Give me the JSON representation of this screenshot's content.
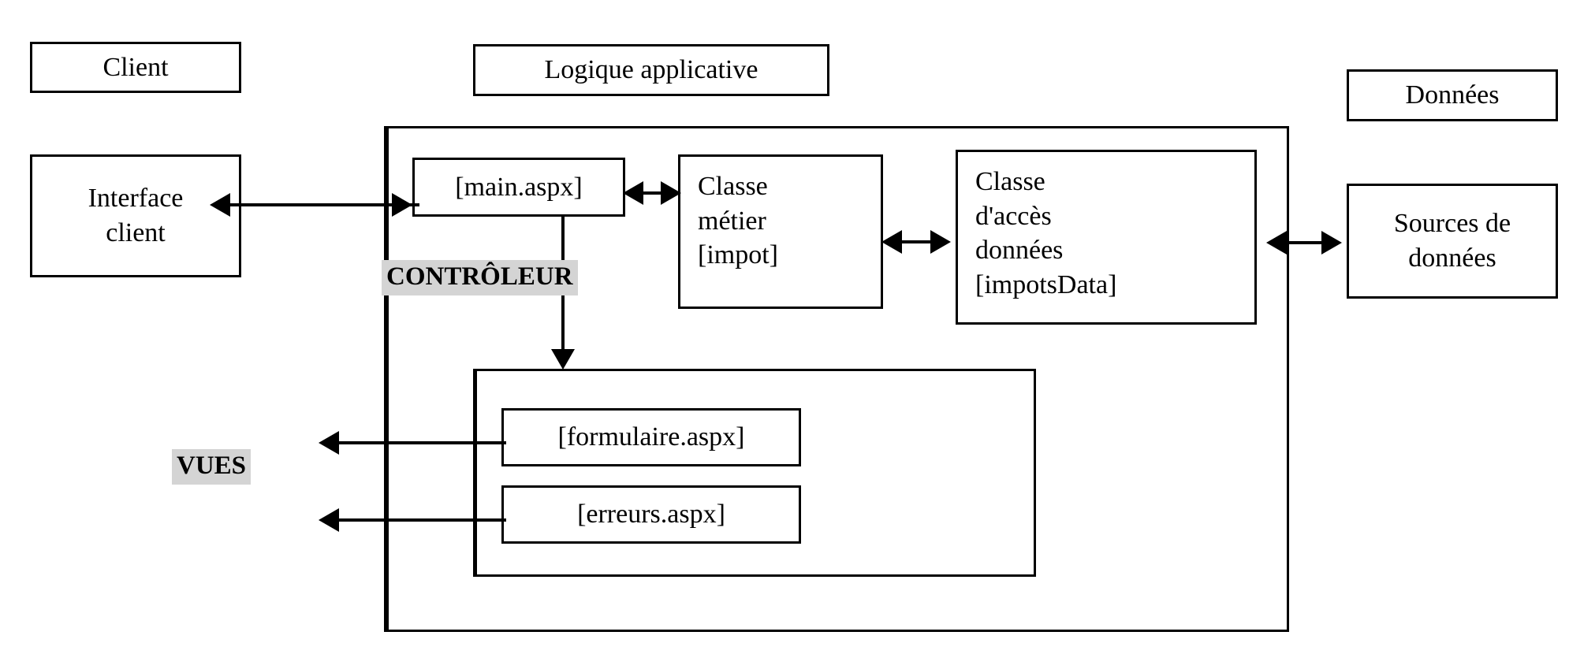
{
  "diagram": {
    "title_implicit": "Architecture 3-tiers MVC ASP.NET",
    "tiers": {
      "client": "Client",
      "logic": "Logique applicative",
      "data": "Données"
    },
    "boxes": {
      "interface_client": "Interface\nclient",
      "main_aspx": "[main.aspx]",
      "classe_metier": "Classe\nmétier\n[impot]",
      "classe_acces_donnees": "Classe\nd'accès\ndonnées\n[impotsData]",
      "sources_donnees": "Sources de\ndonnées",
      "formulaire_aspx": "[formulaire.aspx]",
      "erreurs_aspx": "[erreurs.aspx]"
    },
    "labels": {
      "controleur": "CONTRÔLEUR",
      "vues": "VUES"
    },
    "colors": {
      "stroke": "#000000",
      "background": "#ffffff",
      "highlight": "#d4d4d4"
    },
    "connectors": {
      "interface_to_main": "bidirectional",
      "main_to_metier": "bidirectional",
      "metier_to_data": "bidirectional",
      "data_to_sources": "bidirectional",
      "main_to_vues": "down",
      "formulaire_to_client": "left",
      "erreurs_to_client": "left"
    }
  }
}
